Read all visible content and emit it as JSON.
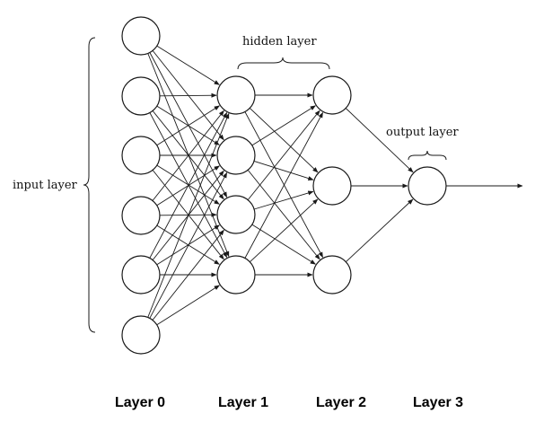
{
  "annotations": {
    "input_layer": "input layer",
    "hidden_layer": "hidden layer",
    "output_layer": "output layer"
  },
  "layers": [
    {
      "label": "Layer 0",
      "nodes": 6
    },
    {
      "label": "Layer 1",
      "nodes": 4
    },
    {
      "label": "Layer 2",
      "nodes": 3
    },
    {
      "label": "Layer 3",
      "nodes": 1
    }
  ],
  "colors": {
    "stroke": "#1a1a1a",
    "fill": "#ffffff",
    "text": "#000000"
  }
}
